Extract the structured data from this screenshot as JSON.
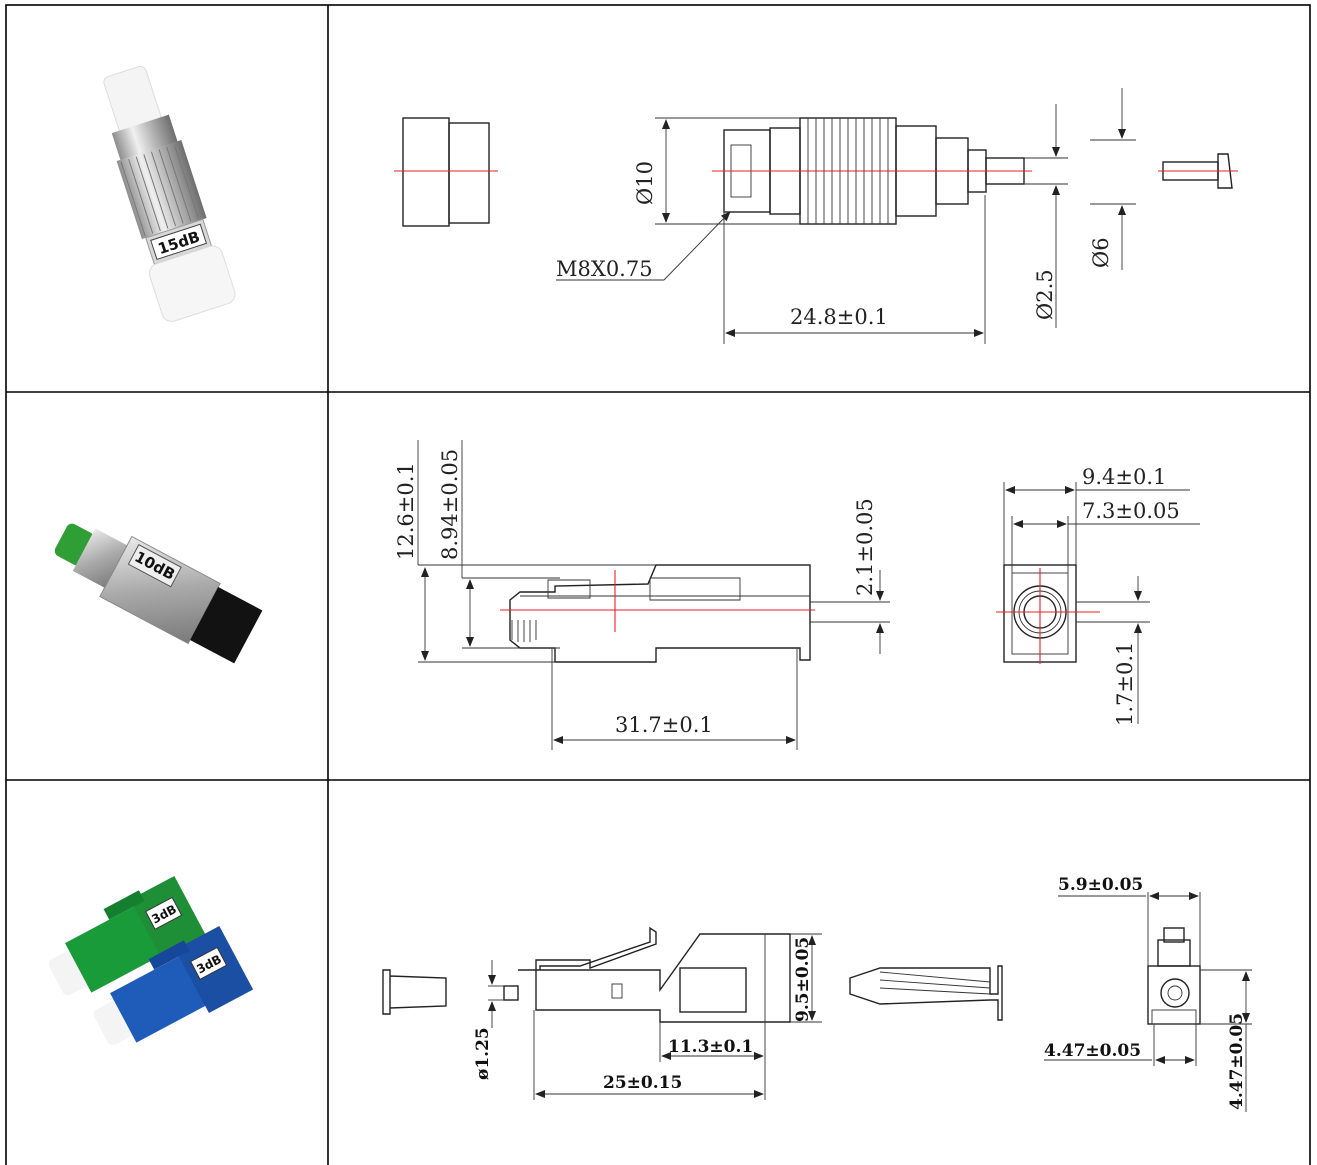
{
  "rows": [
    {
      "product": {
        "name": "fc-attenuator",
        "label": "15dB",
        "colors": {
          "body": "#c9c9c9",
          "cap": "#f2f2f2"
        }
      },
      "dims": [
        "Ø10",
        "M8X0.75",
        "24.8±0.1",
        "Ø2.5",
        "Ø6"
      ]
    },
    {
      "product": {
        "name": "sc-attenuator",
        "label": "10dB",
        "colors": {
          "body": "#b5b5b5",
          "cap": "#2f9e35",
          "base": "#111111"
        }
      },
      "dims": [
        "12.6±0.1",
        "8.94±0.05",
        "2.1±0.05",
        "31.7±0.1",
        "9.4±0.1",
        "7.3±0.05",
        "1.7±0.1"
      ]
    },
    {
      "product": {
        "name": "lc-attenuators",
        "labels": [
          "3dB",
          "3dB"
        ],
        "colors": {
          "green": "#1a9b3a",
          "blue": "#1f5bb8"
        }
      },
      "dims": [
        "ø1.25",
        "25±0.15",
        "11.3±0.1",
        "9.5±0.05",
        "5.9±0.05",
        "4.47±0.05",
        "4.47±0.05"
      ]
    }
  ],
  "style": {
    "dim_red": "#e8202a"
  }
}
